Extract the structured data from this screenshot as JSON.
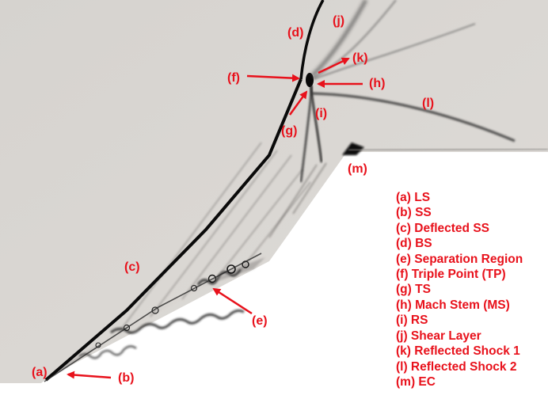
{
  "colors": {
    "annotation": "#e8111b",
    "flow_background": "#d9d6d2",
    "shock": "#0a0a0a",
    "wall": "#ffffff"
  },
  "labels": {
    "a": "(a)",
    "b": "(b)",
    "c": "(c)",
    "d": "(d)",
    "e": "(e)",
    "f": "(f)",
    "g": "(g)",
    "h": "(h)",
    "i": "(i)",
    "j": "(j)",
    "k": "(k)",
    "l": "(l)",
    "m": "(m)"
  },
  "legend": [
    "(a) LS",
    "(b) SS",
    "(c) Deflected SS",
    "(d) BS",
    "(e) Separation Region",
    "(f) Triple Point (TP)",
    "(g) TS",
    "(h) Mach Stem (MS)",
    "(i) RS",
    "(j) Shear Layer",
    "(k) Reflected Shock 1",
    "(l) Reflected Shock 2",
    "(m) EC"
  ]
}
